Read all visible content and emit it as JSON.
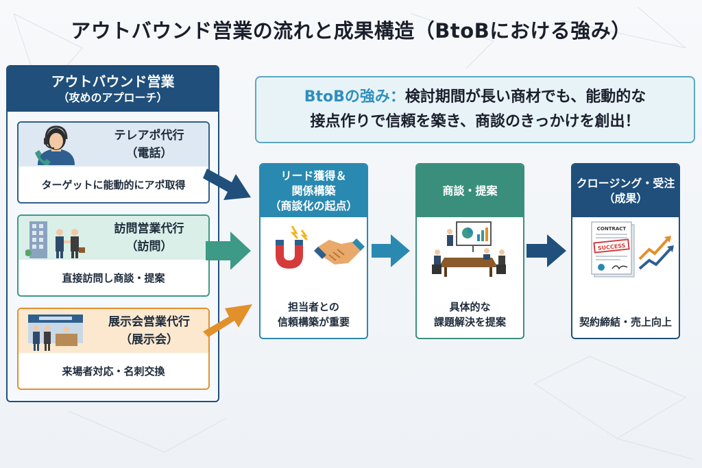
{
  "title": "アウトバウンド営業の流れと成果構造（BtoBにおける強み）",
  "outbound": {
    "heading_line1": "アウトバウンド営業",
    "heading_line2": "（攻めのアプローチ）",
    "methods": [
      {
        "name_line1": "テレアポ代行",
        "name_line2": "（電話）",
        "desc": "ターゲットに能動的にアポ取得",
        "icon": "headset-operator-icon"
      },
      {
        "name_line1": "訪問営業代行",
        "name_line2": "（訪問）",
        "desc": "直接訪問し商談・提案",
        "icon": "office-handshake-icon"
      },
      {
        "name_line1": "展示会営業代行",
        "name_line2": "（展示会）",
        "desc": "来場者対応・名刺交換",
        "icon": "exhibition-booth-icon"
      }
    ]
  },
  "strength": {
    "label": "BtoBの強み：",
    "line1_rest": "検討期間が長い商材でも、能動的な",
    "line2": "接点作りで信頼を築き、商談のきっかけを創出！"
  },
  "stages": [
    {
      "head_lines": [
        "リード獲得＆",
        "関係構築",
        "（商談化の起点）"
      ],
      "foot_lines": [
        "担当者との",
        "信頼構築が重要"
      ],
      "icons": [
        "magnet-icon",
        "handshake-icon"
      ]
    },
    {
      "head_lines": [
        "商談・提案"
      ],
      "foot_lines": [
        "具体的な",
        "課題解決を提案"
      ],
      "icons": [
        "meeting-presentation-icon"
      ]
    },
    {
      "head_lines": [
        "クロージング・受注",
        "（成果）"
      ],
      "foot_lines": [
        "契約締結・売上向上"
      ],
      "icons": [
        "contract-document-icon",
        "growth-arrow-icon"
      ],
      "contract_title": "CONTRACT",
      "contract_stamp": "SUCCESS"
    }
  ],
  "colors": {
    "navy": "#1f4f7a",
    "teal": "#3c9a86",
    "orange": "#e2902b",
    "blue": "#2a89b0",
    "strength_label": "#2e8fbd"
  }
}
